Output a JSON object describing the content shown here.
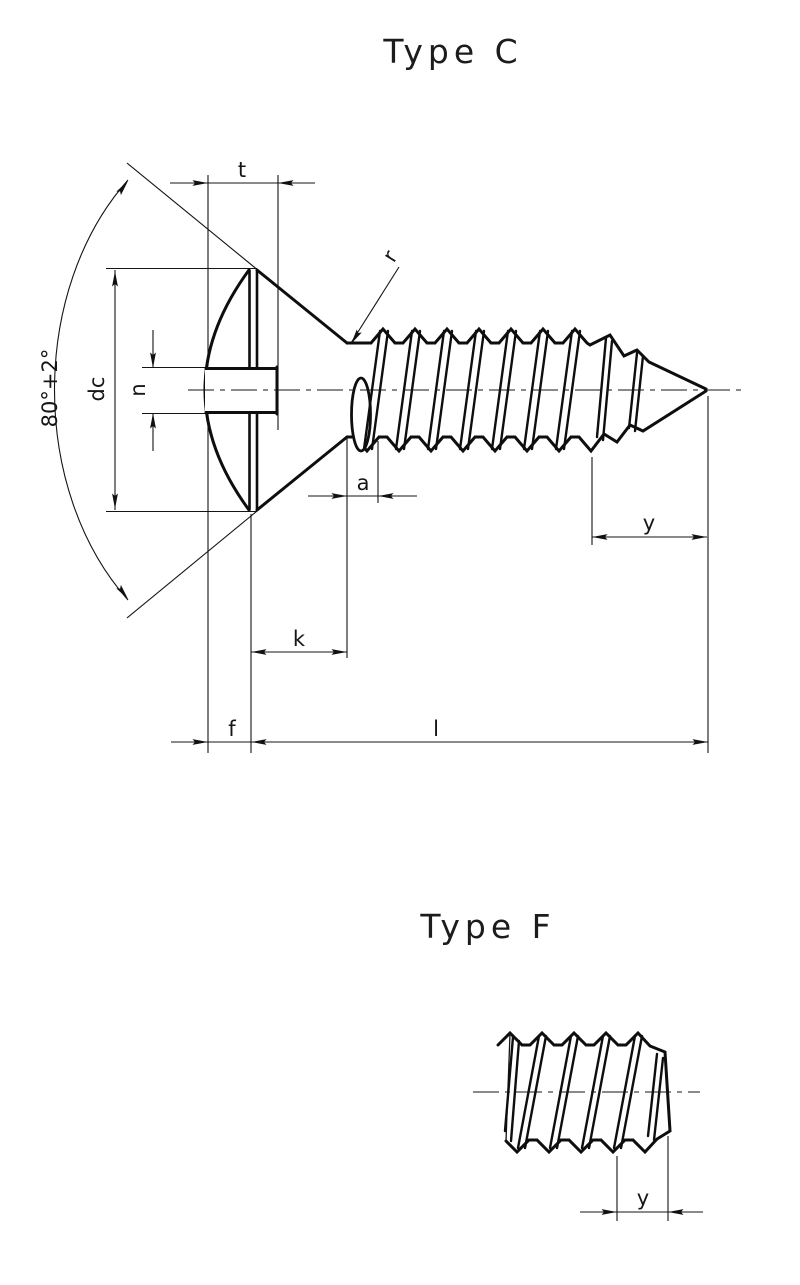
{
  "type_c": {
    "title": "Type C",
    "labels": {
      "head_angle": "80°+2°",
      "head_diameter": "dc",
      "slot_width": "n",
      "slot_depth": "t",
      "underhead_radius": "r",
      "thread_runout": "a",
      "point_length": "y",
      "head_height": "k",
      "crown_height": "f",
      "screw_length": "l"
    }
  },
  "type_f": {
    "title": "Type F",
    "labels": {
      "point_length": "y"
    }
  }
}
